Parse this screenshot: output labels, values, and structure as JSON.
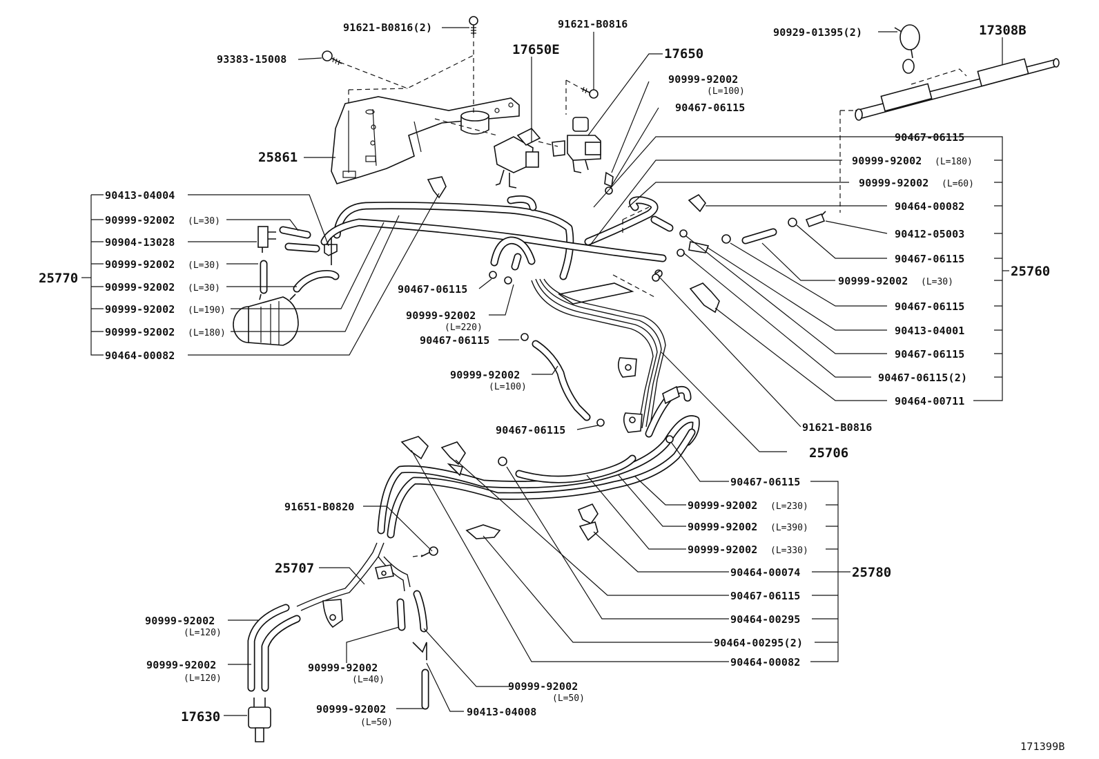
{
  "diagram": {
    "drawing_number": "171399B",
    "colors": {
      "ink": "#111111",
      "paper": "#ffffff"
    },
    "parts": {
      "p_91621_B0816_2": "91621-B0816(2)",
      "p_91621_B0816_a": "91621-B0816",
      "p_17650E": "17650E",
      "p_17650": "17650",
      "p_93383_15008": "93383-15008",
      "p_25861": "25861",
      "p_90999_92002_L100_top": "90999-92002",
      "p_90999_92002_L100_top_len": "(L=100)",
      "p_90467_06115_top": "90467-06115",
      "p_90929_01395_2": "90929-01395(2)",
      "p_17308B": "17308B",
      "p_90467_06115_mid_left": "90467-06115",
      "p_90999_92002_L220": "90999-92002",
      "p_90999_92002_L220_len": "(L=220)",
      "p_90467_06115_clip": "90467-06115",
      "p_90999_92002_L100_mid": "90999-92002",
      "p_90999_92002_L100_mid_len": "(L=100)",
      "p_90467_06115_lower": "90467-06115",
      "p_91621_B0816_b": "91621-B0816",
      "p_25706": "25706",
      "p_91651_B0820": "91651-B0820",
      "p_25707": "25707",
      "p_90999_92002_L120_a": "90999-92002",
      "p_90999_92002_L120_a_len": "(L=120)",
      "p_90999_92002_L120_b": "90999-92002",
      "p_90999_92002_L120_b_len": "(L=120)",
      "p_17630": "17630",
      "p_90999_92002_L40": "90999-92002",
      "p_90999_92002_L40_len": "(L=40)",
      "p_90999_92002_L50_a": "90999-92002",
      "p_90999_92002_L50_a_len": "(L=50)",
      "p_90999_92002_L50_b": "90999-92002",
      "p_90999_92002_L50_b_len": "(L=50)",
      "p_90413_04008": "90413-04008"
    },
    "group_25770": {
      "id": "25770",
      "items": [
        {
          "part": "90413-04004",
          "len": ""
        },
        {
          "part": "90999-92002",
          "len": "(L=30)"
        },
        {
          "part": "90904-13028",
          "len": ""
        },
        {
          "part": "90999-92002",
          "len": "(L=30)"
        },
        {
          "part": "90999-92002",
          "len": "(L=30)"
        },
        {
          "part": "90999-92002",
          "len": "(L=190)"
        },
        {
          "part": "90999-92002",
          "len": "(L=180)"
        },
        {
          "part": "90464-00082",
          "len": ""
        }
      ]
    },
    "group_25760": {
      "id": "25760",
      "items": [
        {
          "part": "90467-06115",
          "len": ""
        },
        {
          "part": "90999-92002",
          "len": "(L=180)"
        },
        {
          "part": "90999-92002",
          "len": "(L=60)"
        },
        {
          "part": "90464-00082",
          "len": ""
        },
        {
          "part": "90412-05003",
          "len": ""
        },
        {
          "part": "90467-06115",
          "len": ""
        },
        {
          "part": "90999-92002",
          "len": "(L=30)"
        },
        {
          "part": "90467-06115",
          "len": ""
        },
        {
          "part": "90413-04001",
          "len": ""
        },
        {
          "part": "90467-06115",
          "len": ""
        },
        {
          "part": "90467-06115(2)",
          "len": ""
        },
        {
          "part": "90464-00711",
          "len": ""
        }
      ]
    },
    "group_25780": {
      "id": "25780",
      "items": [
        {
          "part": "90467-06115",
          "len": ""
        },
        {
          "part": "90999-92002",
          "len": "(L=230)"
        },
        {
          "part": "90999-92002",
          "len": "(L=390)"
        },
        {
          "part": "90999-92002",
          "len": "(L=330)"
        },
        {
          "part": "90464-00074",
          "len": ""
        },
        {
          "part": "90467-06115",
          "len": ""
        },
        {
          "part": "90464-00295",
          "len": ""
        },
        {
          "part": "90464-00295(2)",
          "len": ""
        },
        {
          "part": "90464-00082",
          "len": ""
        }
      ]
    }
  }
}
